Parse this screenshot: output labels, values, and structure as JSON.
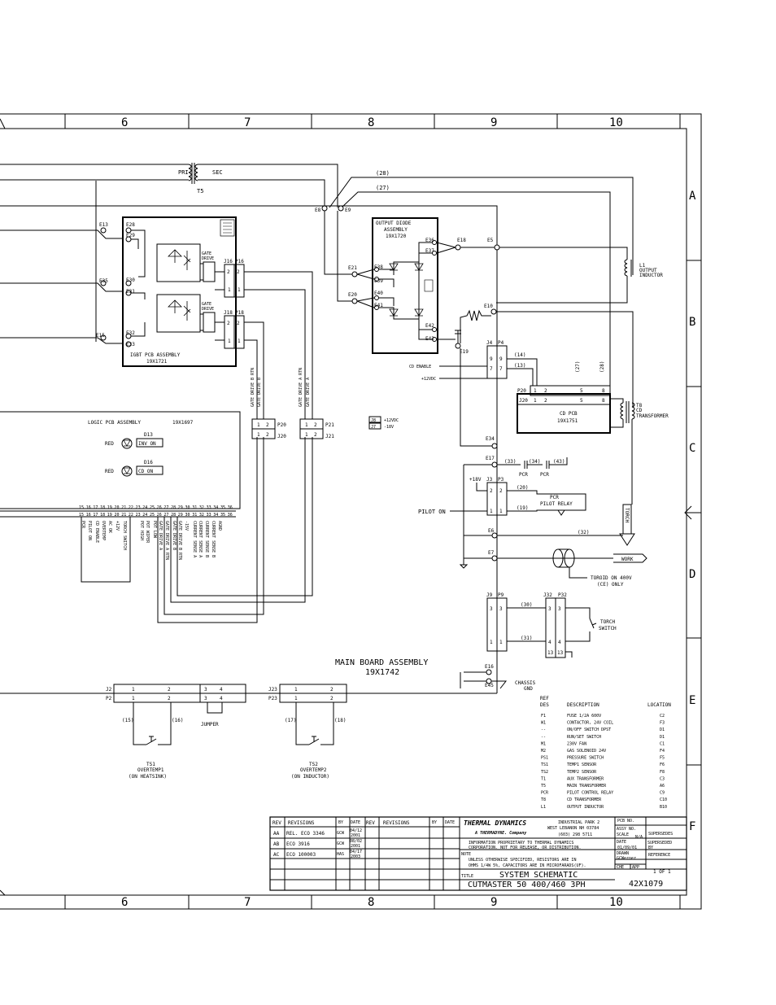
{
  "border": {
    "columns": [
      "6",
      "7",
      "8",
      "9",
      "10"
    ],
    "rows": [
      "A",
      "B",
      "C",
      "D",
      "E",
      "F"
    ]
  },
  "transformer_t5": {
    "pri": "PRI",
    "sec": "SEC",
    "ref": "T5"
  },
  "igbt": {
    "title": "IGBT PCB ASSEMBLY",
    "part": "19X1721",
    "gate_drive": [
      "GATE",
      "DRIVE"
    ],
    "terminals": [
      "E13",
      "E28",
      "E29",
      "E35",
      "E30",
      "E31",
      "E15",
      "E32",
      "E33"
    ],
    "j16": "J16",
    "p16": "P16",
    "j18": "J18",
    "p18": "P18"
  },
  "output_diode": {
    "title": "OUTPUT DIODE",
    "title2": "ASSEMBLY",
    "part": "19X1720",
    "terminals": [
      "E36",
      "E37",
      "E38",
      "E39",
      "E40",
      "E41",
      "E42",
      "E43"
    ]
  },
  "main_terminals": [
    "E8",
    "E9",
    "E21",
    "E20",
    "E18",
    "E5",
    "E10",
    "E19",
    "E34",
    "E17",
    "E6",
    "E7",
    "E16",
    "E45"
  ],
  "wires": {
    "w28": "(28)",
    "w27": "(27)",
    "w14": "(14)",
    "w13": "(13)",
    "w33": "(33)",
    "w34": "(34)",
    "w43": "(43)",
    "w20": "(20)",
    "w19": "(19)",
    "w32": "(32)",
    "w30": "(30)",
    "w31": "(31)",
    "w15": "(15)",
    "w16": "(16)",
    "w17": "(17)",
    "w18": "(18)"
  },
  "inductor": {
    "name": "L1",
    "line1": "OUTPUT",
    "line2": "INDUCTOR"
  },
  "cd": {
    "enable": "CD ENABLE",
    "plus12": "+12VDC",
    "j4": "J4",
    "p4": "P4",
    "p20": "P20",
    "j20": "J20",
    "pins": [
      "1",
      "2",
      "5",
      "8"
    ],
    "pcb": "CD PCB",
    "pcb_part": "19X1751",
    "t8": "T8",
    "t8_line1": "CD",
    "t8_line2": "TRANSFORMER"
  },
  "gate_drive_labels": [
    "GATE DRIVE B RTN",
    "GATE DRIVE B",
    "GATE DRIVE A RTN",
    "GATE DRIVE A"
  ],
  "logic": {
    "title": "LOGIC PCB ASSEMBLY",
    "part": "19X1697",
    "led1_color": "RED",
    "led1_ref": "D13",
    "led1_label": "INV ON",
    "led2_color": "RED",
    "led2_ref": "D16",
    "led2_label": "CD ON",
    "pins": [
      "15",
      "16",
      "17",
      "18",
      "19",
      "20",
      "21",
      "22",
      "23",
      "24",
      "25",
      "26",
      "27",
      "28",
      "29",
      "30",
      "31",
      "32",
      "33",
      "34",
      "35",
      "36"
    ],
    "signals": [
      "PCR",
      "PILOT ON",
      "CD ENABLE",
      "OVERTEMP",
      "AC OK",
      "+12V",
      "TORCH SWITCH",
      "POT HIGH",
      "POT WIPER",
      "POT LOW",
      "GATE DRIVE A",
      "GATE DRIVE A RTN",
      "GATE DRIVE B",
      "GATE DRIVE B RTN",
      "-15V",
      "CURRENT SENSE A",
      "CURRENT SENSE A",
      "CURRENT SENSE B",
      "CURRENT SENSE B",
      "AGND"
    ]
  },
  "p20_conn": {
    "left": "P20",
    "right": "J20",
    "pins": [
      "1",
      "2"
    ]
  },
  "p21_conn": {
    "left": "P21",
    "right": "J21",
    "pins": [
      "1",
      "2"
    ]
  },
  "supplies": {
    "j8": "J8",
    "j8_label": "+12VDC",
    "j7": "J7",
    "j7_label": "-18V"
  },
  "pilot": {
    "plus18": "+18V",
    "j3": "J3",
    "p3": "P3",
    "pcr": "PCR",
    "pcr_label": "PILOT RELAY",
    "pilot_on": "PILOT ON",
    "pcr_cap1": "PCR",
    "pcr_cap2": "PCR"
  },
  "torch_label": "TORCH",
  "work": "WORK",
  "toroid": {
    "line1": "TOROID ON 400V",
    "line2": "(CE) ONLY"
  },
  "torch_switch": {
    "j9": "J9",
    "p9": "P9",
    "j32": "J32",
    "p32": "P32",
    "line1": "TORCH",
    "line2": "SWITCH"
  },
  "main_board": {
    "title": "MAIN BOARD ASSEMBLY",
    "part": "19X1742"
  },
  "chassis": {
    "line1": "CHASSIS",
    "line2": "GND"
  },
  "bottom_conn": {
    "j2": "J2",
    "p2": "P2",
    "j23": "J23",
    "p23": "P23",
    "jumper": "JUMPER",
    "ts1": "TS1",
    "ts1_name": "OVERTEMP1",
    "ts1_loc": "(ON HEATSINK)",
    "ts2": "TS2",
    "ts2_name": "OVERTEMP2",
    "ts2_loc": "(ON INDUCTOR)"
  },
  "ref_table": {
    "h1": "REF",
    "h2": "DES",
    "h3": "DESCRIPTION",
    "h4": "LOCATION",
    "rows": [
      {
        "ref": "F1",
        "desc": "FUSE 1/2A 600V",
        "loc": "C2"
      },
      {
        "ref": "W1",
        "desc": "CONTACTOR, 24V COIL",
        "loc": "F3"
      },
      {
        "ref": "--",
        "desc": "ON/OFF SWITCH DPST",
        "loc": "D1"
      },
      {
        "ref": "--",
        "desc": "RUN/SET SWITCH",
        "loc": "D1"
      },
      {
        "ref": "M1",
        "desc": "230V FAN",
        "loc": "C1"
      },
      {
        "ref": "M2",
        "desc": "GAS SOLENOID 24V",
        "loc": "F4"
      },
      {
        "ref": "PS1",
        "desc": "PRESSURE SWITCH",
        "loc": "F5"
      },
      {
        "ref": "TS1",
        "desc": "TEMP1 SENSOR",
        "loc": "F6"
      },
      {
        "ref": "TS2",
        "desc": "TEMP2 SENSOR",
        "loc": "F8"
      },
      {
        "ref": "T1",
        "desc": "AUX TRANSFORMER",
        "loc": "C3"
      },
      {
        "ref": "T5",
        "desc": "MAIN TRANSFORMER",
        "loc": "A6"
      },
      {
        "ref": "PCR",
        "desc": "PILOT CONTROL RELAY",
        "loc": "C9"
      },
      {
        "ref": "T8",
        "desc": "CD TRANSFORMER",
        "loc": "C10"
      },
      {
        "ref": "L1",
        "desc": "OUTPUT INDUCTOR",
        "loc": "B10"
      }
    ]
  },
  "title_block": {
    "rev_h": "REV",
    "revisions_h": "REVISIONS",
    "by_h": "BY",
    "date_h": "DATE",
    "revs": [
      {
        "rev": "AA",
        "desc": "REL.  ECO 3346",
        "by": "GCW",
        "date1": "04/12",
        "date2": "2001"
      },
      {
        "rev": "AB",
        "desc": "ECO 3916",
        "by": "GCW",
        "date1": "08/02",
        "date2": "2001"
      },
      {
        "rev": "AC",
        "desc": "ECO 100003",
        "by": "HAS",
        "date1": "04/17",
        "date2": "2003"
      }
    ],
    "company": "THERMAL DYNAMICS",
    "subsidiary": "A THERMADYNE. Company",
    "addr1": "INDUSTRIAL PARK 2",
    "addr2": "WEST LEBANON NH 03784",
    "phone": "(603) 298 5711",
    "prop1": "INFORMATION PROPRIETARY TO THERMAL DYNAMICS",
    "prop2": "CORPORATION. NOT FOR RELEASE, OR DISTRIBUTION.",
    "note_h": "NOTE",
    "note1": "UNLESS OTHERWISE SPECIFIED, RESISTORS ARE IN",
    "note2": "OHMS 1/4W 5%, CAPACITORS ARE IN MICROFARADS(UF).",
    "title_h": "TITLE",
    "title1": "SYSTEM SCHEMATIC",
    "title2": "CUTMASTER 50 400/460 3PH",
    "pcb_no": "PCB NO.",
    "assy_no": "ASSY NO.",
    "scale_h": "SCALE",
    "scale": "N/A",
    "supersedes": "SUPERSEDES",
    "date_h2": "DATE",
    "date": "01/09/01",
    "superseded": "SUPERSEDED",
    "superseded2": "BY",
    "drawn_h": "DRAWN",
    "drawn": "GCWerner",
    "reference": "REFERENCE",
    "che": "CHE",
    "app": "APP",
    "sheet": "1 OF 1",
    "dwg_no": "42X1079"
  }
}
